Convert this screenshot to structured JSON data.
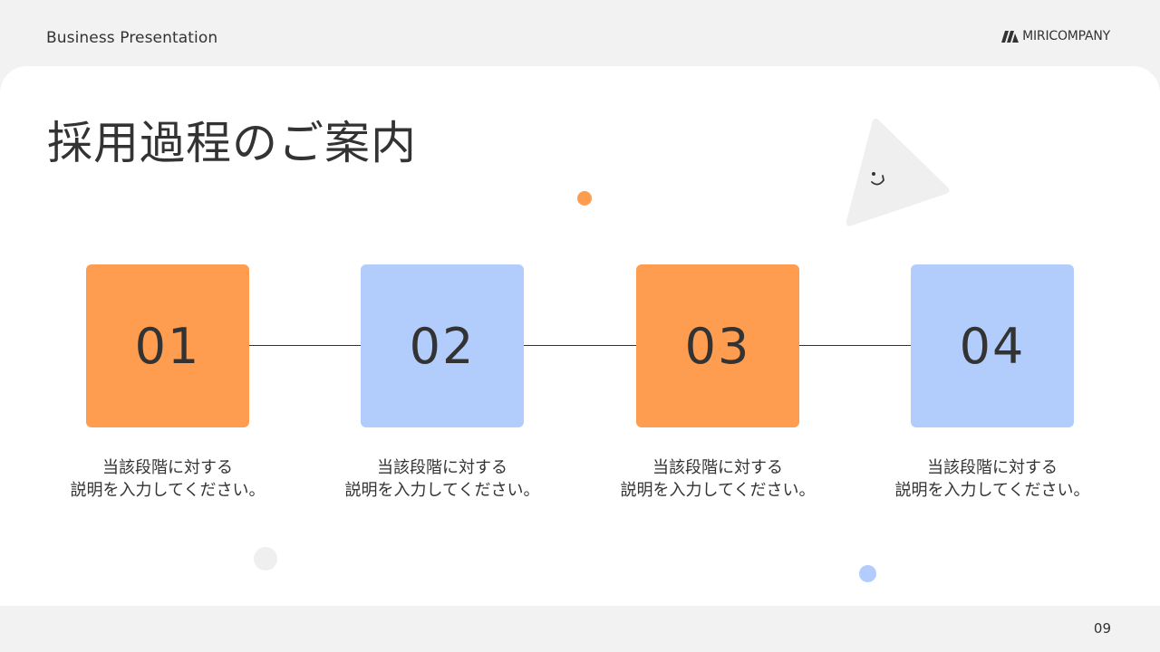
{
  "header": {
    "title": "Business Presentation",
    "brand_name": "MIRICOMPANY",
    "brand_icon": "brand-logo-icon"
  },
  "slide": {
    "title": "採用過程のご案内",
    "page_number": "09"
  },
  "steps": [
    {
      "number": "01",
      "description_line1": "当該段階に対する",
      "description_line2": "説明を入力してください。",
      "color": "#fe9d50"
    },
    {
      "number": "02",
      "description_line1": "当該段階に対する",
      "description_line2": "説明を入力してください。",
      "color": "#b2cdfb"
    },
    {
      "number": "03",
      "description_line1": "当該段階に対する",
      "description_line2": "説明を入力してください。",
      "color": "#fe9d50"
    },
    {
      "number": "04",
      "description_line1": "当該段階に対する",
      "description_line2": "説明を入力してください。",
      "color": "#b2cdfb"
    }
  ],
  "colors": {
    "accent_orange": "#fe9d50",
    "accent_blue": "#b2cdfb",
    "background": "#f2f2f3",
    "card": "#ffffff",
    "text": "#333333"
  },
  "decorations": {
    "triangle_icon": "smiling-triangle-icon"
  }
}
